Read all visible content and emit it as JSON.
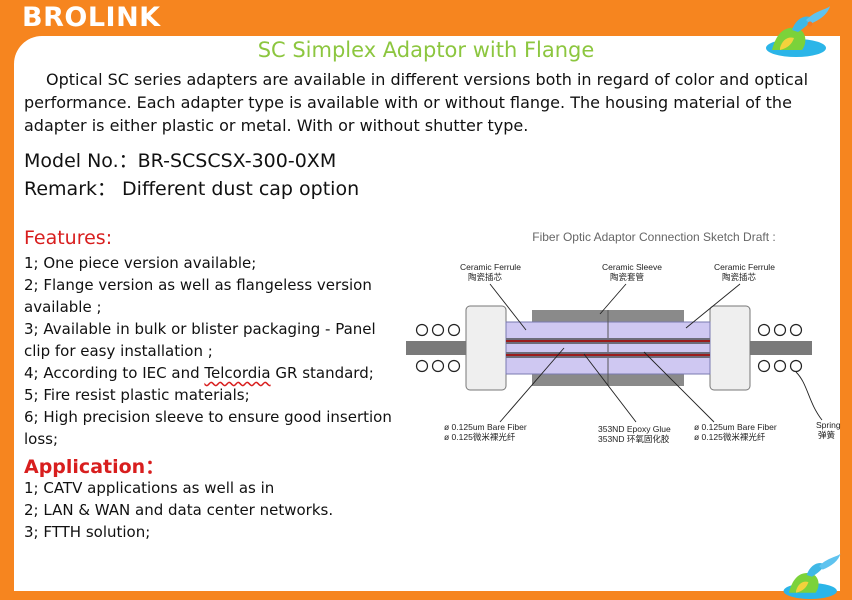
{
  "brand": "BROLINK",
  "title": "SC Simplex Adaptor with Flange",
  "intro": "Optical SC series adapters are available in different versions both in regard of color and optical performance. Each adapter type is available with or without flange. The housing material of the adapter is either plastic or metal. With or without shutter type.",
  "model": "Model No.：BR-SCSCSX-300-0XM",
  "remark": "Remark： Different dust cap option",
  "features": {
    "title": "Features:",
    "items": [
      "1; One piece version available;",
      "2; Flange version as well as flangeless version available ;",
      "3; Available in bulk or blister packaging - Panel clip for easy installation ;",
      "4; According to IEC and ",
      "5; Fire resist plastic materials;",
      "6; High precision sleeve to ensure good insertion loss;"
    ],
    "item4_mid": "Telcordia",
    "item4_end": " GR standard;"
  },
  "application": {
    "title": "Application：",
    "items": [
      "1; CATV applications as well as in",
      "2; LAN & WAN and data center networks.",
      "3; FTTH solution;"
    ]
  },
  "sketch": {
    "title": "Fiber Optic Adaptor Connection Sketch Draft :",
    "ferrule_left_en": "Ceramic Ferrule",
    "ferrule_left_cn": "陶瓷插芯",
    "sleeve_en": "Ceramic Sleeve",
    "sleeve_cn": "陶瓷套管",
    "ferrule_right_en": "Ceramic Ferrule",
    "ferrule_right_cn": "陶瓷插芯",
    "fiber_left_en": "ø 0.125um Bare Fiber",
    "fiber_left_cn": "ø 0.125微米裸光纤",
    "glue_en": "353ND Epoxy Glue",
    "glue_cn": "353ND 环氧固化胶",
    "fiber_right_en": "ø 0.125um Bare Fiber",
    "fiber_right_cn": "ø 0.125微米裸光纤",
    "spring_en": "Spring",
    "spring_cn": "弹簧"
  },
  "colors": {
    "orange": "#f6851f",
    "title_green": "#8cc63f",
    "section_red": "#d81e1e",
    "ferrule_fill": "#cfc8f2",
    "fiber_red": "#9b1c1c"
  }
}
